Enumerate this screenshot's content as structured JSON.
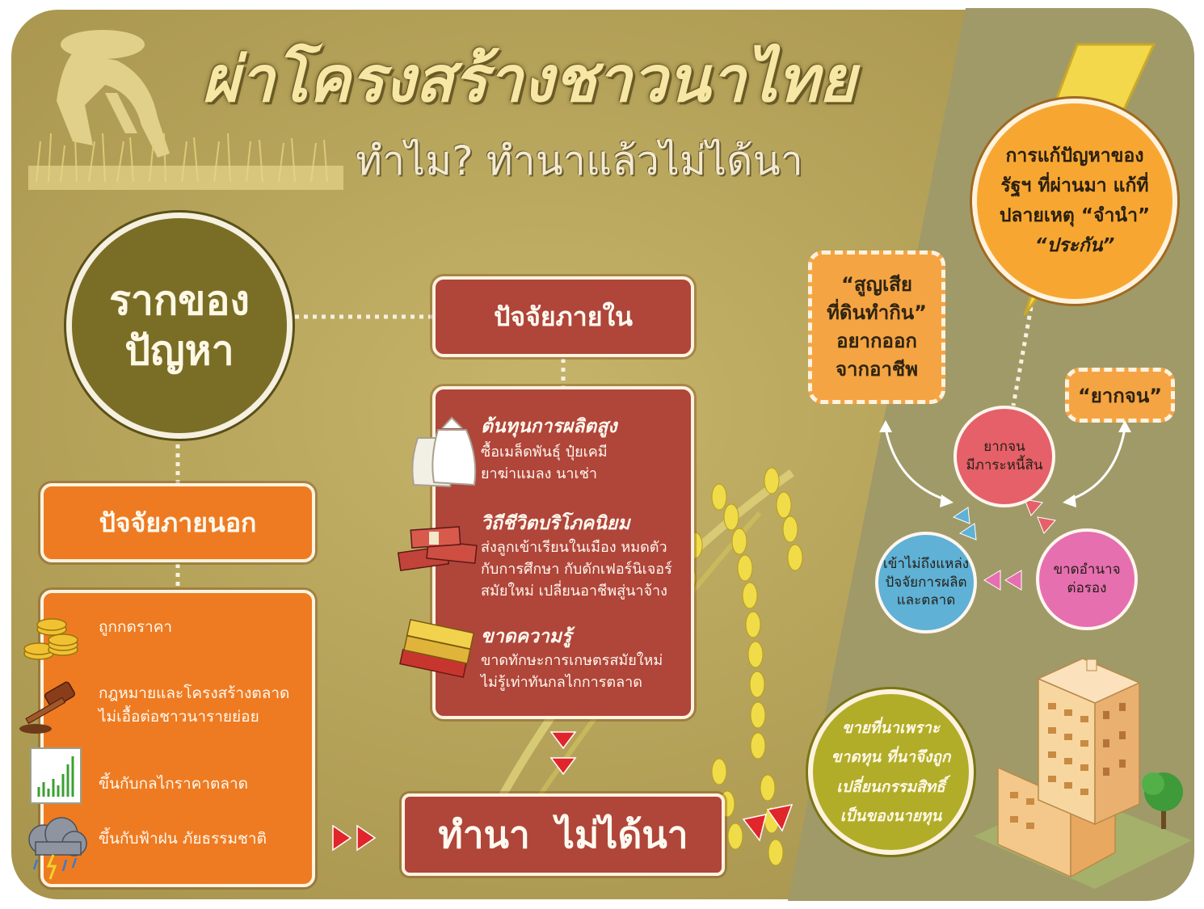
{
  "title": "ผ่าโครงสร้างชาวนาไทย",
  "subtitle": "ทำไม? ทำนาแล้วไม่ได้นา",
  "root": {
    "line1": "รากของ",
    "line2": "ปัญหา"
  },
  "internal": {
    "header": "ปัจจัยภายใน",
    "items": [
      {
        "title": "ต้นทุนการผลิตสูง",
        "line1": "ซื้อเมล็ดพันธุ์ ปุ๋ยเคมี",
        "line2": "ยาฆ่าแมลง นาเช่า"
      },
      {
        "title": "วิถีชีวิตบริโภคนิยม",
        "line1": "ส่งลูกเข้าเรียนในเมือง หมดตัว",
        "line2": "กับการศึกษา กับดักเฟอร์นิเจอร์",
        "line3": "สมัยใหม่ เปลี่ยนอาชีพสู่นาจ้าง"
      },
      {
        "title": "ขาดความรู้",
        "line1": "ขาดทักษะการเกษตรสมัยใหม่",
        "line2": "ไม่รู้เท่าทันกลไกการตลาด"
      }
    ]
  },
  "external": {
    "header": "ปัจจัยภายนอก",
    "items": [
      {
        "line1": "ถูกกดราคา"
      },
      {
        "line1": "กฎหมายและโครงสร้างตลาด",
        "line2": "ไม่เอื้อต่อชาวนารายย่อย"
      },
      {
        "line1": "ขึ้นกับกลไกราคาตลาด"
      },
      {
        "line1": "ขึ้นกับฟ้าฝน ภัยธรรมชาติ"
      }
    ]
  },
  "result": "ทำนา  ไม่ได้นา",
  "state": {
    "line1": "การแก้ปัญหาของ",
    "line2": "รัฐฯ ที่ผ่านมา แก้ที่",
    "line3": "ปลายเหตุ “จำนำ”",
    "line4": "“ประกัน”"
  },
  "loss": {
    "line1": "“สูญเสีย",
    "line2": "ที่ดินทำกิน”",
    "line3": "อยากออก",
    "line4": "จากอาชีพ"
  },
  "poor": "“ยากจน”",
  "cycle": {
    "red": {
      "line1": "ยากจน",
      "line2": "มีภาระหนี้สิน"
    },
    "blue": {
      "line1": "เข้าไม่ถึงแหล่ง",
      "line2": "ปัจจัยการผลิต",
      "line3": "และตลาด"
    },
    "pink": {
      "line1": "ขาดอำนาจ",
      "line2": "ต่อรอง"
    }
  },
  "sell": {
    "line1": "ขายที่นาเพราะ",
    "line2": "ขาดทุน ที่นาจึงถูก",
    "line3": "เปลี่ยนกรรมสิทธิ์",
    "line4": "เป็นของนายทุน"
  },
  "colors": {
    "background": "#b3a05a",
    "background_right": "#a09a68",
    "internal_red": "#b0453a",
    "external_orange": "#ee7b22",
    "state_orange": "#f7a731",
    "cycle_red": "#e56068",
    "cycle_blue": "#5fb1d6",
    "cycle_pink": "#e66fb0",
    "sell_olive": "#b1ad28",
    "root_olive": "#7a6e26",
    "arrow_red": "#e0262b"
  },
  "icons": [
    "farmer-silhouette-icon",
    "lightning-bolt-icon",
    "seed-sack-icon",
    "money-stack-icon",
    "books-icon",
    "gold-coins-icon",
    "gavel-icon",
    "price-chart-icon",
    "storm-cloud-icon",
    "rice-stalk-icon",
    "building-icon",
    "tree-icon"
  ]
}
